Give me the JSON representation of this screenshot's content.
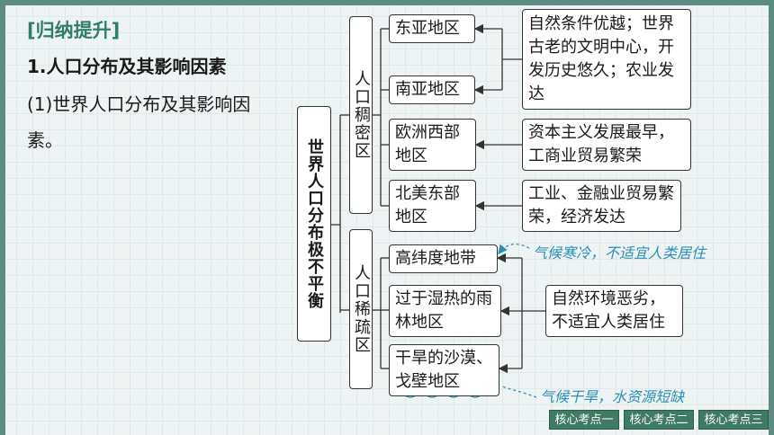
{
  "heading": "[归纳提升]",
  "subheading": "1.人口分布及其影响因素",
  "paragraph": "(1)世界人口分布及其影响因素。",
  "diagram": {
    "root": "世界人口分布极不平衡",
    "groups": [
      {
        "label": "人口稠密区",
        "regions": [
          "东亚地区",
          "南亚地区",
          "欧洲西部地区",
          "北美东部地区"
        ]
      },
      {
        "label": "人口稀疏区",
        "regions": [
          "高纬度地带",
          "过于湿热的雨林地区",
          "干旱的沙漠、戈壁地区"
        ]
      }
    ],
    "reasons": [
      "自然条件优越；世界古老的文明中心，开发历史悠久；农业发达",
      "资本主义发展最早，工商业贸易繁荣",
      "工业、金融业贸易繁荣，经济发达",
      "自然环境恶劣，不适宜人类居住"
    ],
    "annotations": [
      "气候寒冷，不适宜人类居住",
      "气候干旱，水资源短缺"
    ]
  },
  "nav": [
    "核心考点一",
    "核心考点二",
    "核心考点三"
  ],
  "colors": {
    "accent": "#2f7d6b",
    "annotation": "#2b8fb5",
    "nav": "#3f7a64"
  }
}
